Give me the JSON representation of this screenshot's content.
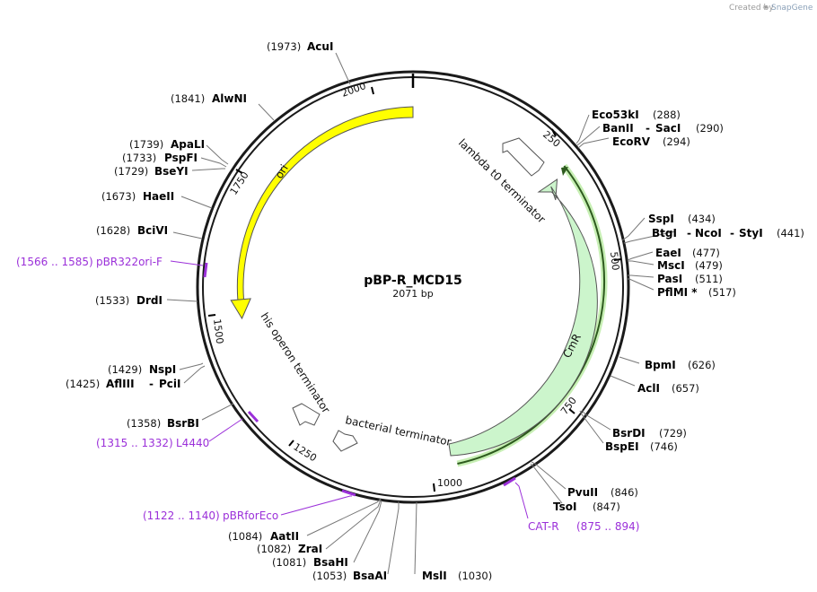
{
  "watermark": {
    "prefix": "Created by",
    "brand": "SnapGene"
  },
  "plasmid": {
    "name": "pBP-R_MCD15",
    "size": "2071 bp"
  },
  "ticks": [
    "250",
    "500",
    "750",
    "1000",
    "1250",
    "1500",
    "1750",
    "2000"
  ],
  "features": {
    "ori": "ori",
    "lambda": "lambda t0 terminator",
    "cmr": "CmR",
    "his": "his operon terminator",
    "bact": "bacterial terminator"
  },
  "enzymes": [
    {
      "name": "AcuI",
      "pos": "(1973)"
    },
    {
      "name": "AlwNI",
      "pos": "(1841)"
    },
    {
      "name": "ApaLI",
      "pos": "(1739)"
    },
    {
      "name": "PspFI",
      "pos": "(1733)"
    },
    {
      "name": "BseYI",
      "pos": "(1729)"
    },
    {
      "name": "HaeII",
      "pos": "(1673)"
    },
    {
      "name": "BciVI",
      "pos": "(1628)"
    },
    {
      "name": "DrdI",
      "pos": "(1533)"
    },
    {
      "name": "NspI",
      "pos": "(1429)"
    },
    {
      "name": "AflIII",
      "extra": "PciI",
      "pos": "(1425)"
    },
    {
      "name": "BsrBI",
      "pos": "(1358)"
    },
    {
      "name": "AatII",
      "pos": "(1084)"
    },
    {
      "name": "ZraI",
      "pos": "(1082)"
    },
    {
      "name": "BsaHI",
      "pos": "(1081)"
    },
    {
      "name": "BsaAI",
      "pos": "(1053)"
    },
    {
      "name": "MslI",
      "pos": "(1030)"
    },
    {
      "name": "TsoI",
      "pos": "(847)"
    },
    {
      "name": "PvuII",
      "pos": "(846)"
    },
    {
      "name": "BspEI",
      "pos": "(746)"
    },
    {
      "name": "BsrDI",
      "pos": "(729)"
    },
    {
      "name": "AclI",
      "pos": "(657)"
    },
    {
      "name": "BpmI",
      "pos": "(626)"
    },
    {
      "name": "PflMI *",
      "pos": "(517)"
    },
    {
      "name": "PasI",
      "pos": "(511)"
    },
    {
      "name": "MscI",
      "pos": "(479)"
    },
    {
      "name": "EaeI",
      "pos": "(477)"
    },
    {
      "name": "BtgI",
      "extra": "NcoI",
      "extra2": "StyI",
      "pos": "(441)"
    },
    {
      "name": "SspI",
      "pos": "(434)"
    },
    {
      "name": "EcoRV",
      "pos": "(294)"
    },
    {
      "name": "BanII",
      "extra": "SacI",
      "pos": "(290)"
    },
    {
      "name": "Eco53kI",
      "pos": "(288)"
    }
  ],
  "primers": [
    {
      "name": "pBR322ori-F",
      "range": "(1566 .. 1585)"
    },
    {
      "name": "L4440",
      "range": "(1315 .. 1332)"
    },
    {
      "name": "pBRforEco",
      "range": "(1122 .. 1140)"
    },
    {
      "name": "CAT-R",
      "range": "(875 .. 894)"
    }
  ],
  "colors": {
    "ori": "#ffff00",
    "cmr": "#ccf5cc",
    "primer": "#9b30d9",
    "backbone": "#1a1a1a"
  }
}
